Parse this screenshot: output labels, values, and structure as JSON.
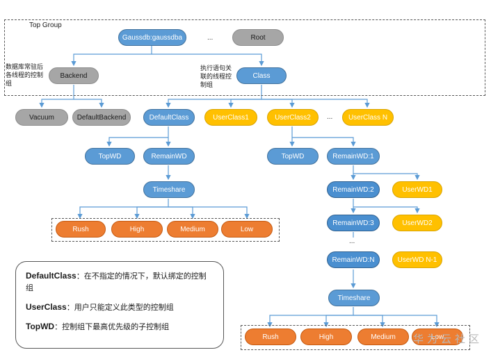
{
  "groups": {
    "top_group_label": "Top Group"
  },
  "nodes": {
    "gaussdb": "Gaussdb:gaussdba",
    "root": "Root",
    "backend": "Backend",
    "class": "Class",
    "vacuum": "Vacuum",
    "default_backend": "DefaultBackend",
    "default_class": "DefaultClass",
    "userclass1": "UserClass1",
    "userclass2": "UserClass2",
    "userclassn": "UserClass N",
    "topwd_left": "TopWD",
    "remainwd_left": "RemainWD",
    "timeshare_left": "Timeshare",
    "rush_left": "Rush",
    "high_left": "High",
    "medium_left": "Medium",
    "low_left": "Low",
    "topwd_right": "TopWD",
    "remainwd1": "RemainWD:1",
    "remainwd2": "RemainWD:2",
    "userwd1": "UserWD1",
    "remainwd3": "RemainWD:3",
    "userwd2": "UserWD2",
    "remainwdn": "RemainWD:N",
    "userwdn1": "UserWD N-1",
    "timeshare_right": "Timeshare",
    "rush_right": "Rush",
    "high_right": "High",
    "medium_right": "Medium",
    "low_right": "Low"
  },
  "annotations": {
    "backend_note": "数据库常驻后各线程的控制组",
    "class_note": "执行语句关联的线程控制组",
    "ellipsis": "..."
  },
  "legend": {
    "default_class_term": "DefaultClass",
    "default_class_desc": "：在不指定的情况下，默认绑定的控制组",
    "user_class_term": "UserClass",
    "user_class_desc": "：用户只能定义此类型的控制组",
    "topwd_term": "TopWD",
    "topwd_desc": "：控制组下最高优先级的子控制组"
  },
  "watermark": "华为云社区",
  "colors": {
    "blue": "#5b9bd5",
    "gray": "#a6a6a6",
    "yellow": "#ffc000",
    "orange": "#ed7d31",
    "connector": "#5b9bd5"
  }
}
